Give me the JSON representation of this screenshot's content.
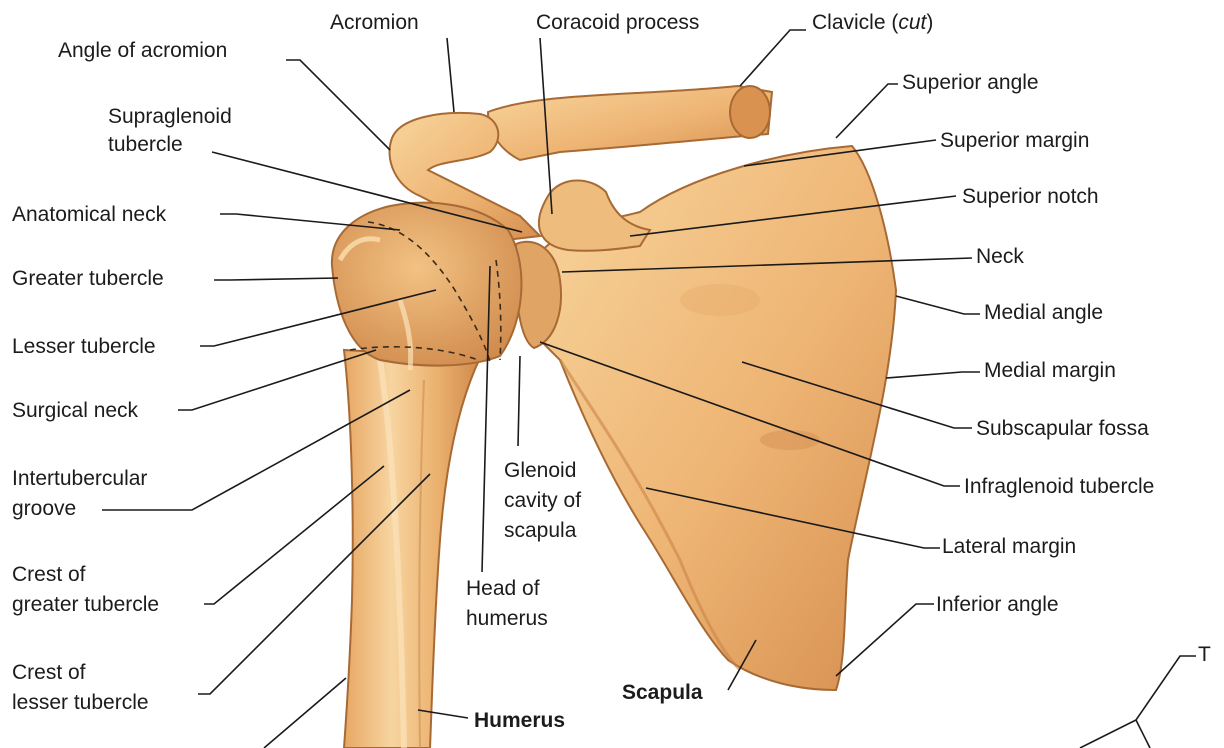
{
  "labels": {
    "acromion": "Acromion",
    "coracoid_process": "Coracoid process",
    "clavicle": "Clavicle",
    "clavicle_note": "cut",
    "angle_of_acromion": "Angle of acromion",
    "superior_angle": "Superior angle",
    "supraglenoid_tubercle_1": "Supraglenoid",
    "supraglenoid_tubercle_2": "tubercle",
    "superior_margin": "Superior margin",
    "superior_notch": "Superior notch",
    "anatomical_neck": "Anatomical neck",
    "neck": "Neck",
    "greater_tubercle": "Greater tubercle",
    "medial_angle": "Medial angle",
    "lesser_tubercle": "Lesser tubercle",
    "medial_margin": "Medial margin",
    "surgical_neck": "Surgical neck",
    "subscapular_fossa": "Subscapular fossa",
    "intertubercular_groove_1": "Intertubercular",
    "intertubercular_groove_2": "groove",
    "glenoid_cavity_1": "Glenoid",
    "glenoid_cavity_2": "cavity of",
    "glenoid_cavity_3": "scapula",
    "infraglenoid_tubercle": "Infraglenoid tubercle",
    "lateral_margin": "Lateral margin",
    "crest_greater_tubercle_1": "Crest of",
    "crest_greater_tubercle_2": "greater tubercle",
    "head_of_humerus_1": "Head of",
    "head_of_humerus_2": "humerus",
    "inferior_angle": "Inferior angle",
    "crest_lesser_tubercle_1": "Crest of",
    "crest_lesser_tubercle_2": "lesser tubercle",
    "scapula": "Scapula",
    "humerus": "Humerus",
    "edge_fragment": "T"
  },
  "colors": {
    "bone_light": "#f6cf93",
    "bone_mid": "#e9ab66",
    "bone_dark": "#c77f45",
    "bone_outline": "#a86a34",
    "leader_line": "#1a1a1a"
  }
}
